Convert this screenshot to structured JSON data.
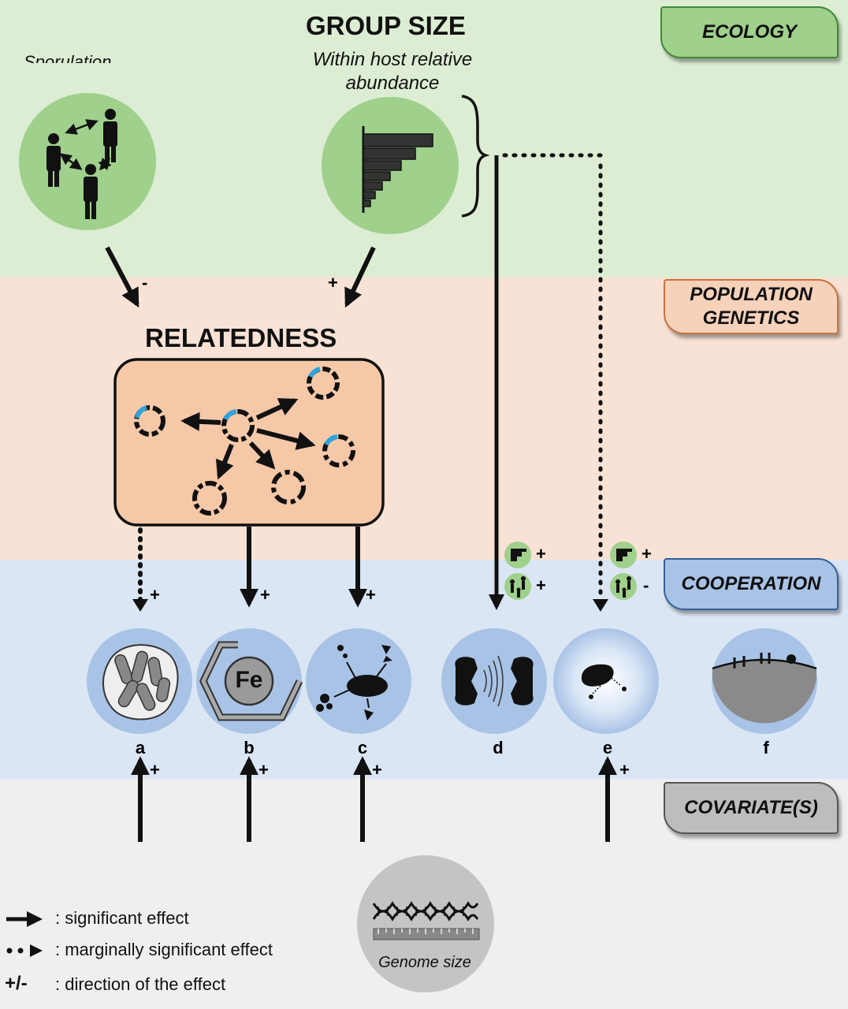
{
  "header": {
    "clipped_text": "Sporulation",
    "group_size_title": "GROUP SIZE",
    "group_size_subtitle_1": "Within host relative",
    "group_size_subtitle_2": "abundance",
    "relatedness_title": "RELATEDNESS"
  },
  "tags": {
    "ecology": "ECOLOGY",
    "population_1": "POPULATION",
    "population_2": "GENETICS",
    "cooperation": "COOPERATION",
    "covariates": "COVARIATE(S)"
  },
  "signs": {
    "eco_left": "-",
    "eco_right": "+",
    "a": "+",
    "b": "+",
    "c": "+",
    "d_abundance": "+",
    "d_spread": "+",
    "e_abundance": "+",
    "e_spread": "-",
    "cov_a": "+",
    "cov_b": "+",
    "cov_c": "+",
    "cov_e": "+"
  },
  "traits": {
    "a": "a",
    "b": "b",
    "c": "c",
    "d": "d",
    "e": "e",
    "f": "f",
    "iron_symbol": "Fe"
  },
  "genome": {
    "label": "Genome size"
  },
  "legend": {
    "solid": ": significant effect",
    "dotted": ": marginally significant effect",
    "sign_symbol": "+/-",
    "sign": ": direction of the effect"
  },
  "colors": {
    "ecology_band": "#dcedd3",
    "population_band": "#f8e2d6",
    "cooperation_band": "#dbe6f4",
    "covariate_band": "#efefef",
    "ecology_circle": "#9fd08c",
    "relatedness_box": "#f5c8a8",
    "trait_circle": "#a9c3e6",
    "plasmid_accent": "#2fa3dc"
  }
}
